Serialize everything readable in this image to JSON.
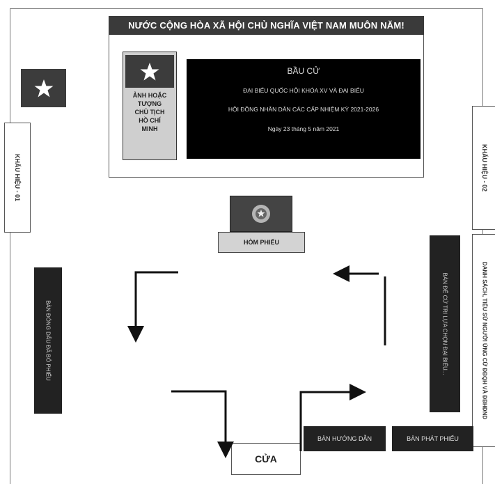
{
  "banner": {
    "text": "NƯỚC CỘNG HÒA XÃ HỘI CHỦ NGHĨA VIỆT NAM MUÔN NĂM!"
  },
  "portrait": {
    "lines": [
      "ẢNH HOẶC",
      "TƯỢNG",
      "CHỦ TỊCH",
      "HỒ CHÍ",
      "MINH"
    ]
  },
  "election": {
    "title": "BẦU CỬ",
    "line1": "ĐẠI BIỂU QUỐC HỘI KHÓA XV VÀ ĐẠI BIỂU",
    "line2": "HỘI ĐỒNG NHÂN DÂN CÁC CẤP NHIỆM KỲ 2021-2026",
    "date": "Ngày 23 tháng 5 năm 2021"
  },
  "slogans": {
    "left": "KHẨU HIỆU - 01",
    "right": "KHẨU HIỆU - 02"
  },
  "candidates_board": "DANH SÁCH, TIỂU SỬ NGƯỜI ỨNG CỬ ĐBQH VÀ ĐBHĐND",
  "tables": {
    "stamp": "BÀN ĐÓNG DẤU ĐÃ BỎ PHIẾU",
    "voting": "BÀN ĐỂ CỬ TRI LỰA CHỌN ĐẠI BIỂU..."
  },
  "ballot_box": {
    "label": "HÒM PHIẾU"
  },
  "desks": {
    "guide": "BÀN HƯỚNG DẪN",
    "distribute": "BÀN PHÁT PHIẾU"
  },
  "door": {
    "label": "CỬA"
  },
  "colors": {
    "dark": "#222222",
    "gray": "#cfcfcf",
    "banner": "#3a3a3a"
  },
  "icons": [
    "star-icon",
    "emblem-icon",
    "arrow-icon"
  ]
}
